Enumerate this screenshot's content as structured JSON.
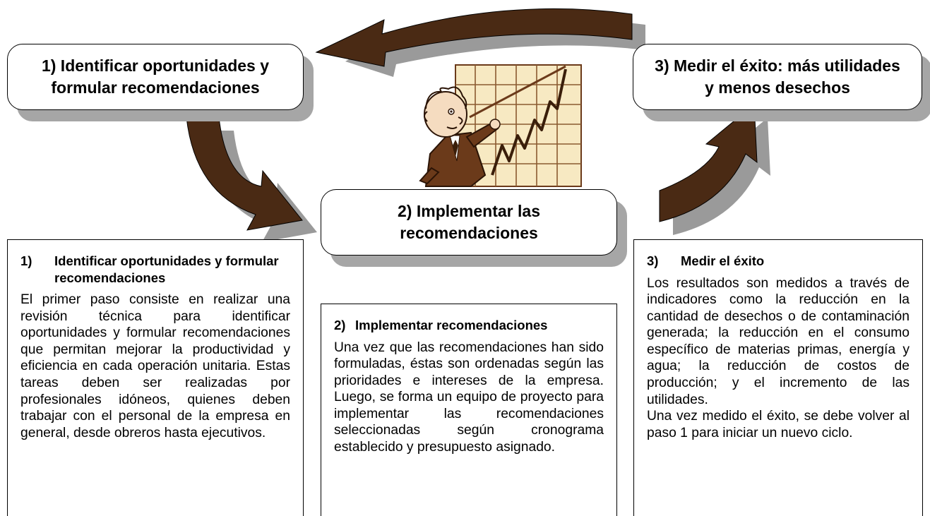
{
  "steps": {
    "step1": "1) Identificar oportunidades y formular recomendaciones",
    "step2": "2) Implementar  las recomendaciones",
    "step3": "3) Medir el éxito: más utilidades y menos desechos"
  },
  "panels": {
    "p1": {
      "number": "1)",
      "title": "Identificar oportunidades y formular recomendaciones",
      "body": "El primer paso consiste en realizar una revisión técnica para identificar oportunidades y formular recomendaciones que permitan mejorar la productividad y eficiencia en cada operación unitaria. Estas tareas deben ser realizadas por profesionales idóneos, quienes deben trabajar con el personal de la empresa en general, desde obreros hasta ejecutivos."
    },
    "p2": {
      "number": "2)",
      "title": "Implementar recomendaciones",
      "body": "Una vez que las recomendaciones han sido formuladas, éstas son ordenadas según las prioridades e intereses de la empresa. Luego, se forma un equipo de proyecto para implementar las recomendaciones seleccionadas según  cronograma establecido y presupuesto asignado."
    },
    "p3": {
      "number": "3)",
      "title": "Medir el éxito",
      "body1": "Los resultados son medidos a través de indicadores como la reducción en la cantidad de desechos o de contaminación generada; la reducción en el consumo específico de materias primas, energía y agua; la reducción de costos de producción; y el incremento de las utilidades.",
      "body2": "Una vez medido el éxito, se debe volver al paso 1 para iniciar un nuevo ciclo."
    }
  },
  "colors": {
    "arrow_fill": "#4a2a14",
    "arrow_shadow": "#9a9a9a",
    "box_shadow": "#a6a6a6",
    "figure_brown": "#6b3a1a",
    "chart_paper": "#f7e9c2"
  },
  "icons": {
    "figure": "presenter-with-growth-chart-icon"
  }
}
